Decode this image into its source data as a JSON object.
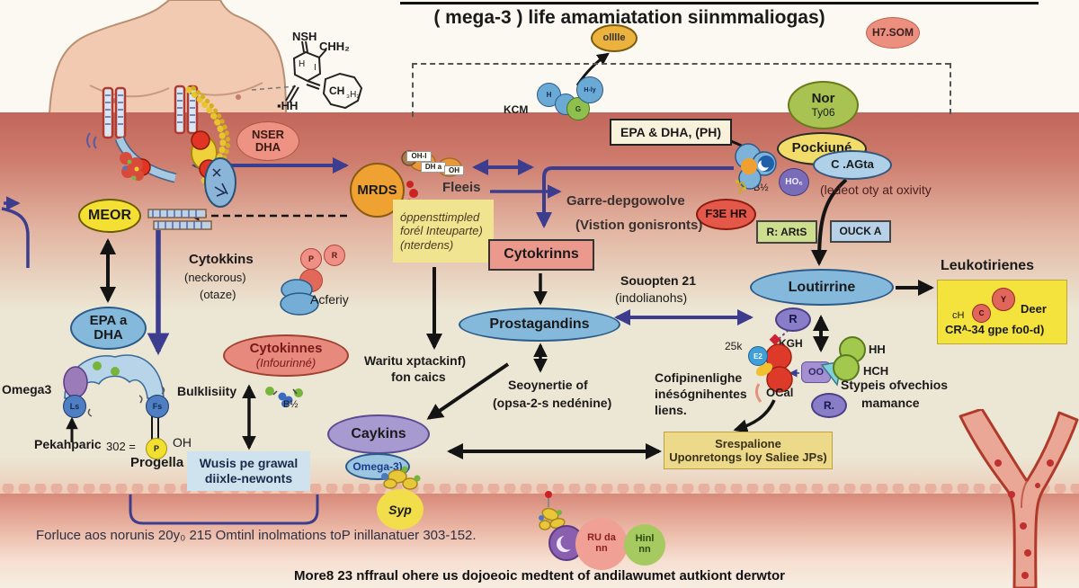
{
  "title": "( mega-3 ) life amamiatation siinmmaliogas)",
  "top": {
    "ollile": "olllle",
    "h7som": "H7.SOM",
    "kcm": "KCM",
    "kcm_h": "H",
    "kcm_hly": "H-ly",
    "kcm_g": "G",
    "chem": {
      "nsh": "NSH",
      "chh2": "CHH₂",
      "ring_h": "H",
      "ring_i": "I",
      "ch": "CH",
      "ch_sub": "₃H₂",
      "hh": "▪HH"
    }
  },
  "membrane": {
    "epa_dha_ph": "EPA & DHA, (PH)",
    "nor1": "Nor",
    "nor2": "Ty06",
    "pockiune": "Pockiuné",
    "c_agta": "C .AGta",
    "ho6": "HO₆",
    "b12": "B½",
    "ledeot": "(ledeot oty at oxivity",
    "nser1": "NSER",
    "nser2": "DHA",
    "meor": "MEOR"
  },
  "mid": {
    "mrds": "MRDS",
    "fleeis": "Fleeis",
    "oh_i": "OH-I",
    "dh_a": "DH a",
    "oh": "OH",
    "note1": "óppensttimpled",
    "note2": "forél Inteuparte)",
    "note3": "(nterdens)",
    "cytokrinns": "Cytokrinns",
    "garre1": "Garre-depgowolve",
    "garre2": "(Vistion gonisronts)",
    "souopten1": "Souopten 21",
    "souopten2": "(indolianohs)",
    "prostagandins": "Prostagandins",
    "seoynertie1": "Seoynertie of",
    "seoynertie2": "(opsa-2-s nedénine)",
    "waritu1": "Waritu xptackinf)",
    "waritu2": "fon caics",
    "f3e_hr": "F3E HR",
    "r_arts": "R: ARtS",
    "ouck_a": "OUCK A"
  },
  "left": {
    "cytokkins1": "Cytokkins",
    "cytokkins2": "(neckorous)",
    "cytokkins3": "(otaze)",
    "acferiy": "Acferiy",
    "p": "P",
    "r": "R",
    "cytokinnes1": "Cytokinnes",
    "cytokinnes2": "(Infourinné)",
    "b12": "B½",
    "epa1": "EPA a",
    "epa2": "DHA",
    "omega3": "Omega3",
    "bulklisiity": "Bulklisiity",
    "ls": "Ls",
    "fs": "Fs",
    "pekahparic": "Pekahparic",
    "eq302": "302 =",
    "p2": "P",
    "oh": "OH",
    "progella": "Progella",
    "wusis1": "Wusis pe grawal",
    "wusis2": "diixle-newonts"
  },
  "center_bottom": {
    "caykins": "Caykins",
    "omega3": "Omega-3)",
    "syp": "Syp"
  },
  "right": {
    "loutirine": "Loutirrine",
    "leukotirienes": "Leukotirienes",
    "leuko_ch": "cH",
    "leuko_c": "C",
    "leuko_y": "Y",
    "leuko_deer": "Deer",
    "leuko_cra": "CRᴬ-34 gpe fo0-d)",
    "r": "R",
    "k25": "25k",
    "kgh": "KGH",
    "e2": "E2",
    "ocal": "OCal",
    "oo": "OO",
    "hh": "HH",
    "hch": "HCH",
    "stypeis1": "Stypeis ofvechios",
    "stypeis2": "mamance",
    "r_dot": "R.",
    "cofip1": "Cofipinenlighe",
    "cofip2": "inésógnihentes",
    "cofip3": "liens.",
    "srespalione1": "Srespalione",
    "srespalione2": "Uponretongs loy Saliee JPs)"
  },
  "bottom": {
    "footnote": "Forluce aos norunis 20y₀ 215 Omtinl inolmations toP inillanatuer 303-152.",
    "rudann1": "RU da",
    "rudann2": "nn",
    "hinl1": "Hinl",
    "hinl2": "nn",
    "caption": "More8 23 nffraul ohere us dojoeoic medtent of andilawumet autkiont derwtor"
  },
  "colors": {
    "band": "#c4685e",
    "cream": "#ece7d4",
    "blue_node": "#85b9dc",
    "yellow_node": "#f2de4a",
    "salmon_node": "#ec9487",
    "green_node": "#a9c353",
    "purple_node": "#a79ad1",
    "orange_node": "#efa132",
    "arrow_blue": "#3d3d8f",
    "arrow_black": "#141414"
  }
}
